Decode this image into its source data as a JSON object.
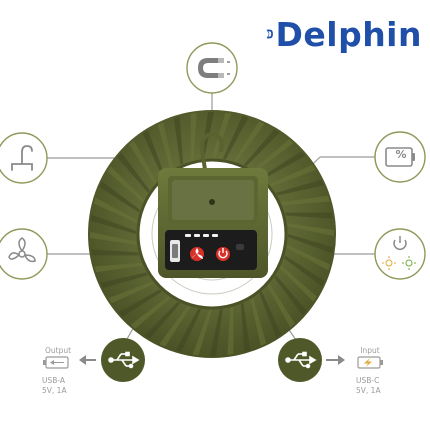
{
  "brand": {
    "name": "Delphin",
    "color": "#1f4fa8"
  },
  "product": {
    "body_color": "#58612f",
    "accent_color": "#6a7440"
  },
  "callouts": [
    {
      "icon": "magnet-icon",
      "position": "top"
    },
    {
      "icon": "hook-icon",
      "position": "upper-left"
    },
    {
      "icon": "battery-percent-icon",
      "position": "upper-right",
      "text": "%"
    },
    {
      "icon": "fan-icon",
      "position": "left"
    },
    {
      "icon": "power-light-icon",
      "position": "right"
    }
  ],
  "ports": {
    "output": {
      "label": "Output",
      "type": "USB-A",
      "spec": "5V, 1A",
      "icon": "usb-icon"
    },
    "input": {
      "label": "Input",
      "type": "USB-C",
      "spec": "5V, 1A",
      "icon": "usb-icon"
    }
  }
}
